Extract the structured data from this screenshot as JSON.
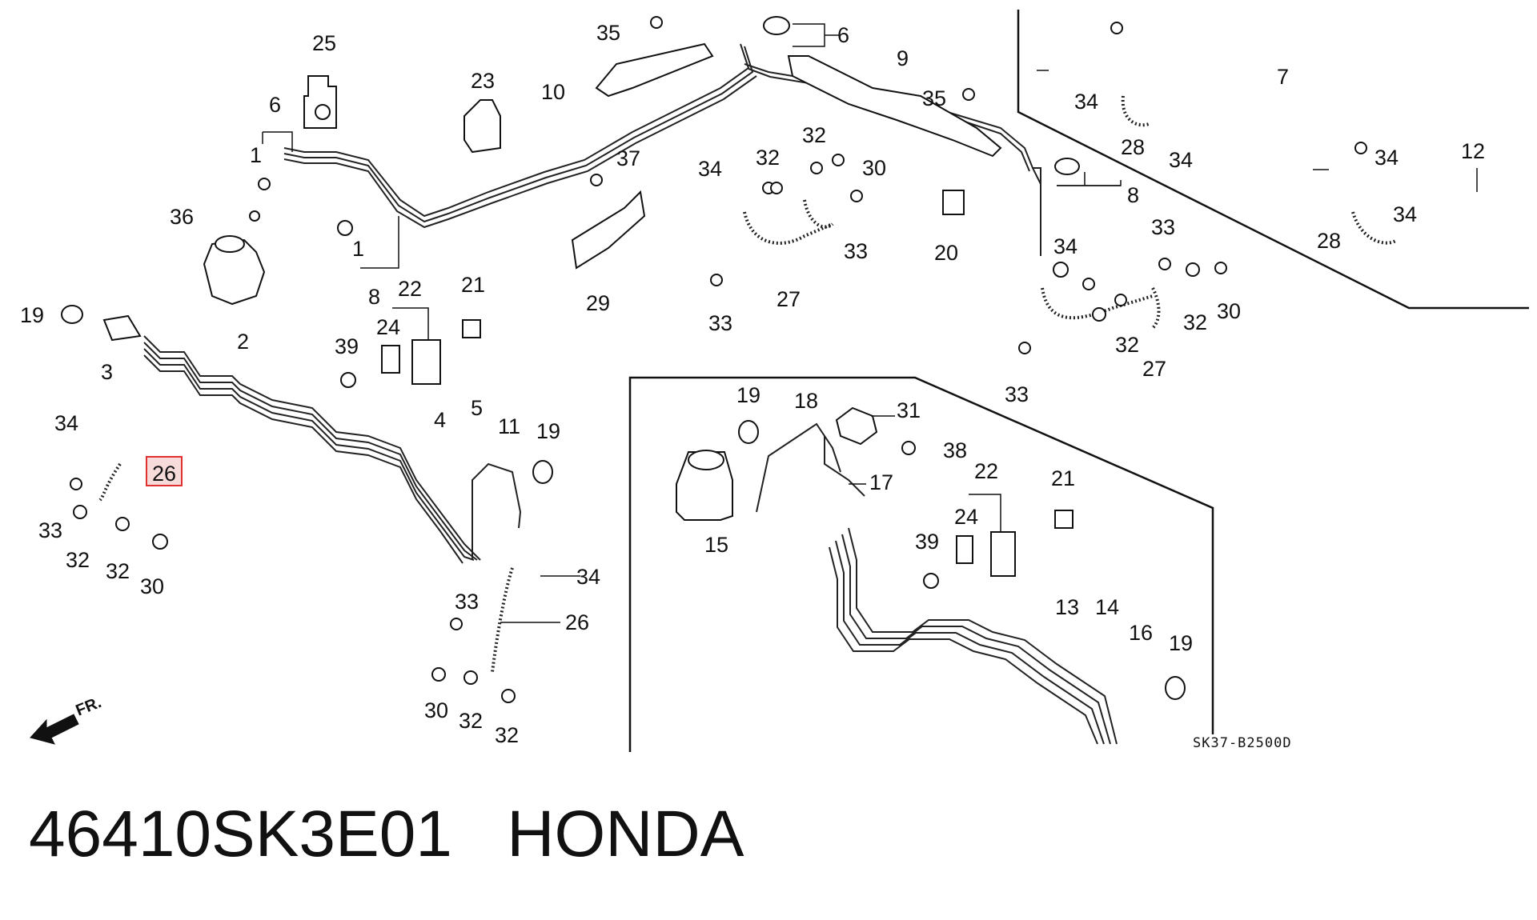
{
  "diagram": {
    "callouts": {
      "c_25": "25",
      "c_23": "23",
      "c_35a": "35",
      "c_10": "10",
      "c_6a": "6",
      "c_9": "9",
      "c_35b": "35",
      "c_7": "7",
      "c_34a": "34",
      "c_28a": "28",
      "c_34b": "34",
      "c_6b": "6",
      "c_1a": "1",
      "c_36": "36",
      "c_1b": "1",
      "c_8a": "8",
      "c_37": "37",
      "c_34c": "34",
      "c_32a": "32",
      "c_32b": "32",
      "c_30a": "30",
      "c_33a": "33",
      "c_8b": "8",
      "c_20": "20",
      "c_34d": "34",
      "c_12": "12",
      "c_34e": "34",
      "c_34f": "34",
      "c_28b": "28",
      "c_2": "2",
      "c_22a": "22",
      "c_21a": "21",
      "c_29": "29",
      "c_27a": "27",
      "c_33b": "33",
      "c_33c": "33",
      "c_32c": "32",
      "c_30b": "30",
      "c_19a": "19",
      "c_3": "3",
      "c_24a": "24",
      "c_39a": "39",
      "c_32d": "32",
      "c_27b": "27",
      "c_33d": "33",
      "c_34g": "34",
      "c_26a": "26",
      "c_33e": "33",
      "c_32e": "32",
      "c_32f": "32",
      "c_30c": "30",
      "c_4": "4",
      "c_5": "5",
      "c_11": "11",
      "c_19b": "19",
      "c_34h": "34",
      "c_26b": "26",
      "c_33f": "33",
      "c_30d": "30",
      "c_32g": "32",
      "c_32h": "32",
      "c_19c": "19",
      "c_18": "18",
      "c_31": "31",
      "c_38": "38",
      "c_17": "17",
      "c_15": "15",
      "c_22b": "22",
      "c_24b": "24",
      "c_21b": "21",
      "c_39b": "39",
      "c_13": "13",
      "c_14": "14",
      "c_16": "16",
      "c_19d": "19"
    },
    "drawing_code": "SK37-B2500D",
    "direction_label": "FR.",
    "highlight_color": "#e03030"
  },
  "caption": {
    "part_number": "46410SK3E01",
    "brand": "HONDA"
  }
}
